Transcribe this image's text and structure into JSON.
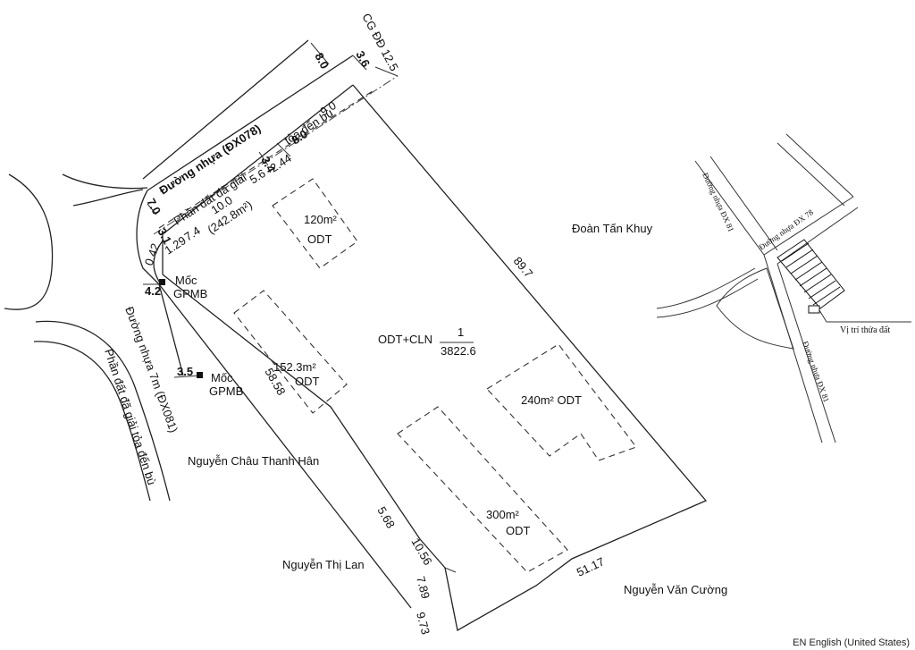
{
  "labels": {
    "road_top_dim": "8.0",
    "road_top_dim2": "3.6",
    "cg_dd": "CG ĐĐ 12.5",
    "road_top_name": "Đường nhựa (ĐX078)",
    "compensation_top": "Phần đất đã giải",
    "compensation_top2": "tỏa đến bù",
    "dim_34": "3.4",
    "dim_80b": "8.0",
    "dim_90": "9.0",
    "dim_100": "10.0",
    "dim_56": "5.6",
    "dim_244": "2.44",
    "dim_2428": "(242.8m²)",
    "dim_70": "7.0",
    "dim_31": "3.1",
    "dim_129": "1.29",
    "dim_74": "7.4",
    "dim_042": "0.42",
    "dim_42": "4.2",
    "dim_35": "3.5",
    "moc1": "Mốc",
    "gpmb1": "GPMB",
    "moc2": "Mốc",
    "gpmb2": "GPMB",
    "road_left_name": "Đường nhựa 7m (ĐX081)",
    "compensation_left": "Phần đất đã giải tỏa đến bù",
    "area_120": "120m²",
    "odt_120": "ODT",
    "area_152": "152.3m²",
    "odt_152": "ODT",
    "area_240": "240m² ODT",
    "area_300": "300m²",
    "odt_300": "ODT",
    "parcel_type": "ODT+CLN",
    "parcel_no": "1",
    "parcel_area": "3822.6",
    "dim_897": "89.7",
    "dim_5858": "58.58",
    "dim_568": "5.68",
    "dim_1056": "10.56",
    "dim_789": "7.89",
    "dim_973": "9.73",
    "dim_5117": "51.17",
    "neighbor_n": "Đoàn Tấn Khuy",
    "neighbor_w": "Nguyễn Châu Thanh Hân",
    "neighbor_sw": "Nguyễn Thị Lan",
    "neighbor_s": "Nguyễn Văn Cường",
    "mini_road1": "Đường nhựa ĐX 81",
    "mini_road2": "Đường nhựa ĐX 78",
    "mini_road3": "Đường nhựa ĐX 81",
    "mini_location": "Vị trí thửa đất"
  },
  "status": {
    "language": "EN English (United States)"
  },
  "colors": {
    "line": "#222222",
    "background": "#ffffff"
  }
}
